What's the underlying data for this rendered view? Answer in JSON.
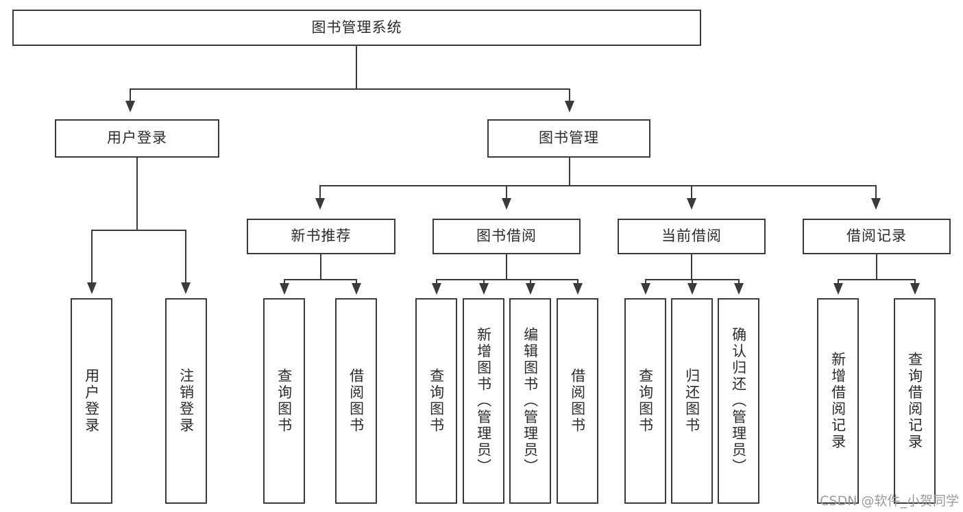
{
  "diagram": {
    "type": "tree-hierarchy",
    "title": "图书管理系统",
    "root": {
      "label": "图书管理系统"
    },
    "level1": [
      {
        "label": "用户登录"
      },
      {
        "label": "图书管理"
      }
    ],
    "level2": [
      {
        "label": "新书推荐"
      },
      {
        "label": "图书借阅"
      },
      {
        "label": "当前借阅"
      },
      {
        "label": "借阅记录"
      }
    ],
    "leaves": {
      "user_login": [
        {
          "label": "用户登录"
        },
        {
          "label": "注销登录"
        }
      ],
      "new_book_recommend": [
        {
          "label": "查询图书"
        },
        {
          "label": "借阅图书"
        }
      ],
      "book_borrow": [
        {
          "label": "查询图书"
        },
        {
          "label": "新增图书（管理员）"
        },
        {
          "label": "编辑图书（管理员）"
        },
        {
          "label": "借阅图书"
        }
      ],
      "current_borrow": [
        {
          "label": "查询图书"
        },
        {
          "label": "归还图书"
        },
        {
          "label": "确认归还（管理员）"
        }
      ],
      "borrow_record": [
        {
          "label": "新增借阅记录"
        },
        {
          "label": "查询借阅记录"
        }
      ]
    }
  },
  "watermark": {
    "text": "CSDN @软件_小贺同学"
  },
  "colors": {
    "stroke": "#3a3a3a",
    "text": "#2b2b2b",
    "background": "#ffffff",
    "watermark": "#9a9a9a"
  }
}
